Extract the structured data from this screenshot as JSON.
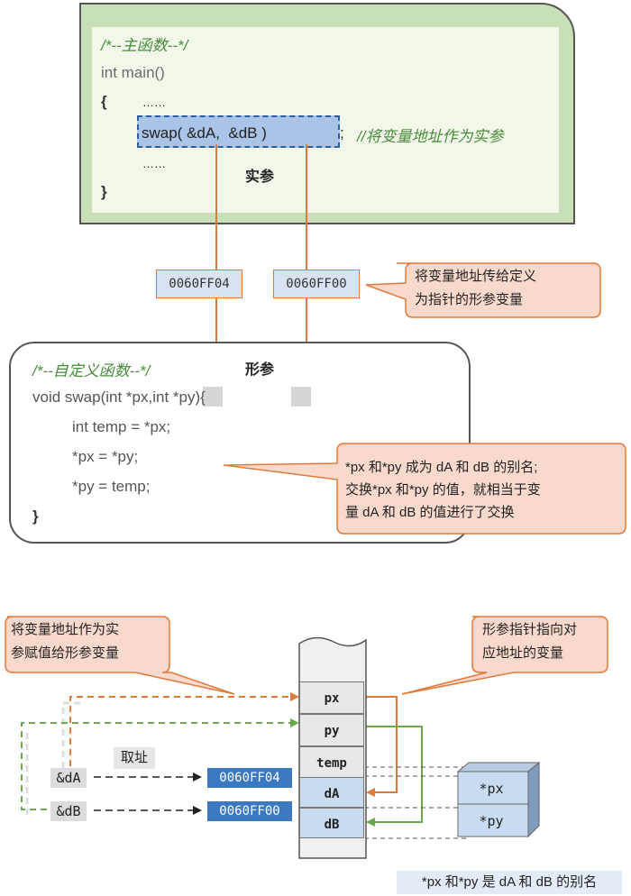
{
  "main_panel": {
    "comment": "/*--主函数--*/",
    "line_main": "int main()",
    "line_open": "{",
    "ellipsis_1": "……",
    "swap_call": "swap( &dA,  &dB )",
    "semicolon": ";",
    "call_comment": "//将变量地址作为实参",
    "ellipsis_2": "……",
    "line_close": "}",
    "actual_param_label": "实参"
  },
  "addresses": {
    "addr_a": "0060FF04",
    "addr_b": "0060FF00"
  },
  "callout_pass": {
    "line1": "将变量地址传给定义",
    "line2": "为指针的形参变量"
  },
  "swap_panel": {
    "formal_param_label": "形参",
    "comment": "/*--自定义函数--*/",
    "signature": "void swap(int *px,int *py){",
    "line1": "int temp = *px;",
    "line2": "*px = *py;",
    "line3": "*py = temp;",
    "close": "}"
  },
  "callout_alias": {
    "line1": "*px 和*py 成为 dA 和 dB 的别名;",
    "line2": "交换*px 和*py 的值，就相当于变",
    "line3": "量 dA 和 dB 的值进行了交换"
  },
  "callout_assign": {
    "line1": "将变量地址作为实",
    "line2": "参赋值给形参变量"
  },
  "callout_point": {
    "line1": "形参指针指向对",
    "line2": "应地址的变量"
  },
  "memory": {
    "cells": [
      "px",
      "py",
      "temp",
      "dA",
      "dB"
    ]
  },
  "address_of_label": "取址",
  "vars": {
    "da": "&dA",
    "db": "&dB"
  },
  "alias_box": {
    "px": "*px",
    "py": "*py"
  },
  "caption": "*px 和*py 是 dA 和 dB 的别名",
  "colors": {
    "orange": "#e07a3a",
    "green": "#6aa84f",
    "blue": "#3a78c2",
    "callout_fill": "#f8d9cc",
    "panel_green": "#c9dfb8"
  }
}
